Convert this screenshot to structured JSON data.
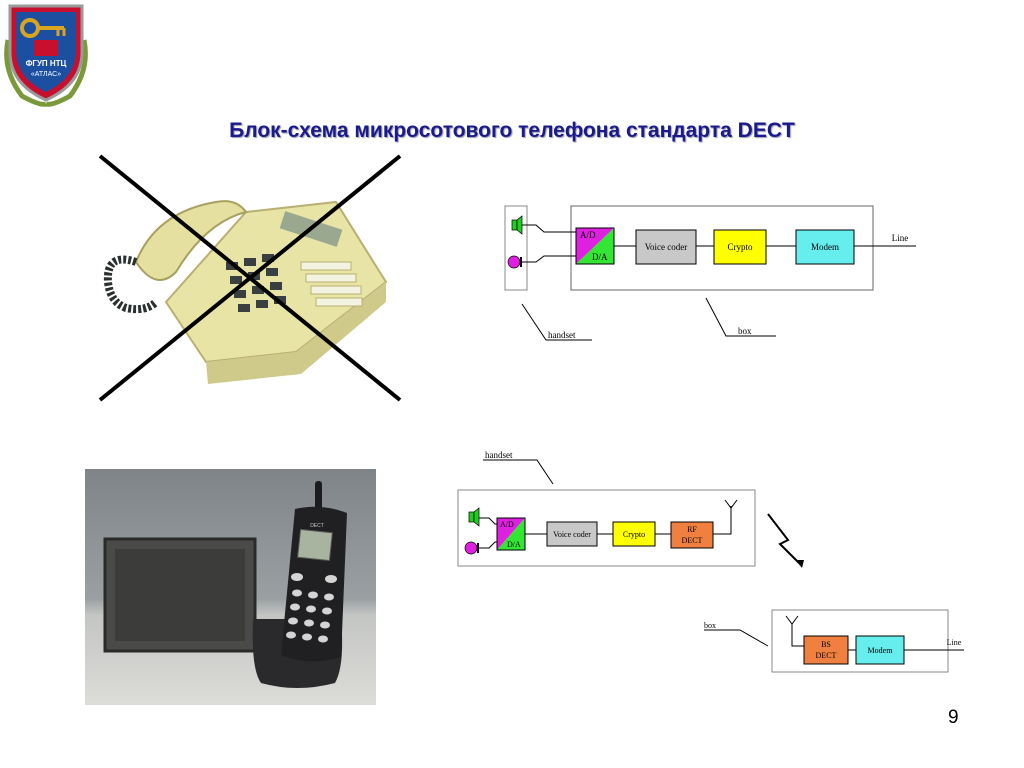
{
  "slide": {
    "title": "Блок-схема микросотового телефона стандарта DECT",
    "page_number": "9"
  },
  "logo": {
    "text_line1": "ФГУП НТЦ",
    "text_line2": "«АТЛАС»",
    "colors": {
      "shield": "#c8102e",
      "blue": "#1d4fa0",
      "gold": "#d9a520"
    }
  },
  "diagram_wired": {
    "blocks": {
      "ad": "A/D",
      "da": "D/A",
      "voice_coder": "Voice coder",
      "crypto": "Crypto",
      "modem": "Modem"
    },
    "line_label": "Line",
    "handset_label": "handset",
    "box_label": "box"
  },
  "diagram_dect_handset": {
    "handset_label": "handset",
    "blocks": {
      "ad": "A/D",
      "da": "D/A",
      "voice_coder": "Voice coder",
      "crypto": "Crypto",
      "rf_line1": "RF",
      "rf_line2": "DECT"
    }
  },
  "diagram_dect_box": {
    "box_label": "box",
    "blocks": {
      "bs_line1": "BS",
      "bs_line2": "DECT",
      "modem": "Modem"
    },
    "line_label": "Line"
  },
  "phone_photo": {
    "brand": "DECT"
  },
  "colors": {
    "title": "#1a1a8c",
    "magenta": "#e020e0",
    "green": "#33e633",
    "gray_block": "#c8c8c8",
    "yellow_block": "#ffff00",
    "cyan_block": "#66eeee",
    "orange_block": "#f08040"
  }
}
